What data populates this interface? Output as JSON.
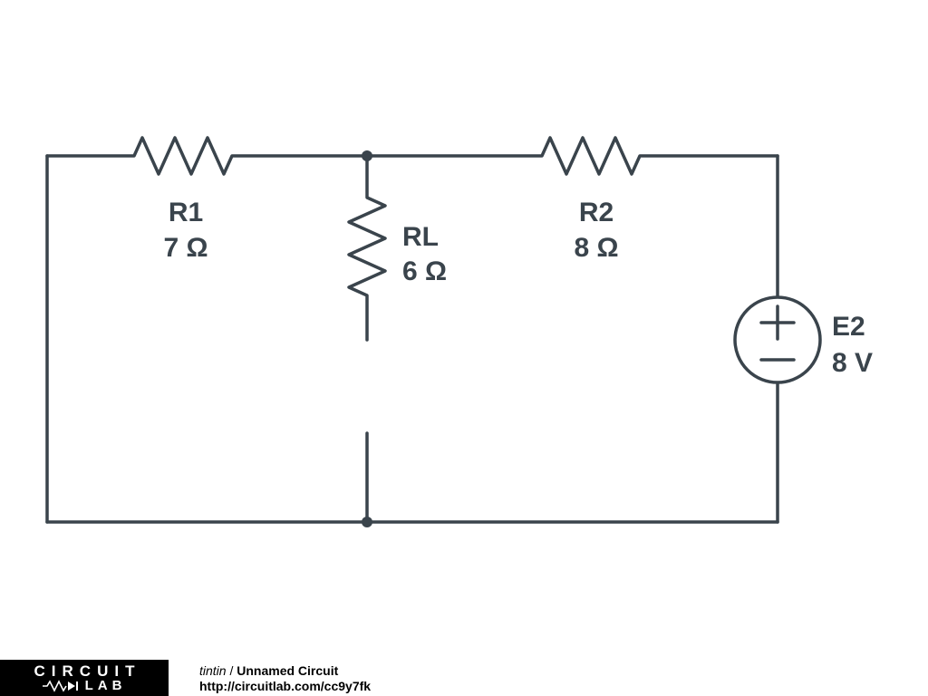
{
  "circuit": {
    "colors": {
      "wire": "#3a444c",
      "background": "#ffffff"
    },
    "components": {
      "r1": {
        "name": "R1",
        "value": "7 Ω"
      },
      "rl": {
        "name": "RL",
        "value": "6 Ω"
      },
      "r2": {
        "name": "R2",
        "value": "8 Ω"
      },
      "e2": {
        "name": "E2",
        "value": "8 V"
      }
    }
  },
  "footer": {
    "logo": {
      "line1": "CIRCUIT",
      "line2": "LAB"
    },
    "breadcrumb": {
      "author": "tintin",
      "separator": " / ",
      "title": "Unnamed Circuit"
    },
    "url": "http://circuitlab.com/cc9y7fk"
  }
}
